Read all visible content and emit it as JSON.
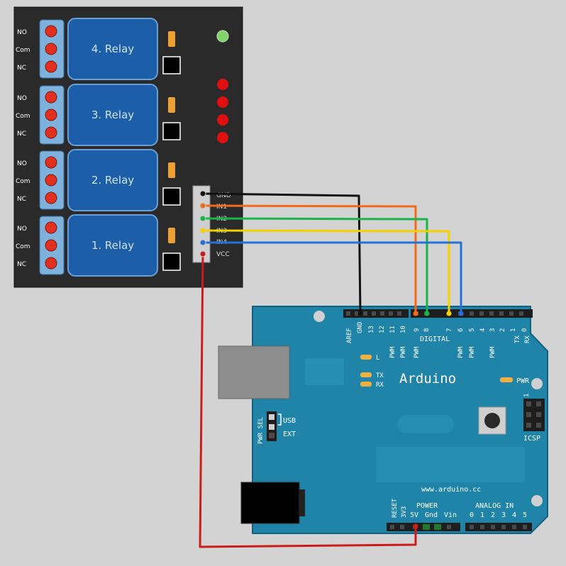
{
  "relay_board": {
    "relays": [
      {
        "label": "4. Relay",
        "terminals": [
          "NO",
          "Com",
          "NC"
        ]
      },
      {
        "label": "3. Relay",
        "terminals": [
          "NO",
          "Com",
          "NC"
        ]
      },
      {
        "label": "2. Relay",
        "terminals": [
          "NO",
          "Com",
          "NC"
        ]
      },
      {
        "label": "1. Relay",
        "terminals": [
          "NO",
          "Com",
          "NC"
        ]
      }
    ],
    "header_pins": [
      "GND",
      "IN1",
      "IN2",
      "IN3",
      "IN4",
      "VCC"
    ]
  },
  "arduino": {
    "brand": "Arduino",
    "website": "www.arduino.cc",
    "top_pins": [
      "AREF",
      "GND",
      "13",
      "12",
      "11",
      "10",
      "9",
      "8",
      "7",
      "6",
      "5",
      "4",
      "3",
      "2",
      "1",
      "0"
    ],
    "digital_label": "DIGITAL",
    "pwm_label": "PWM",
    "tx_pin": "TX",
    "rx_pin": "RX",
    "led_l": "L",
    "led_tx": "TX",
    "led_rx": "RX",
    "led_pwr": "PWR",
    "pwr_sel": "PWR SEL",
    "usb": "USB",
    "ext": "EXT",
    "icsp": "ICSP",
    "icsp_pin1": "1",
    "reset": "RESET",
    "power": "POWER",
    "power_pins": [
      "3V3",
      "5V",
      "Gnd",
      "Vin"
    ],
    "analog": "ANALOG IN",
    "analog_pins": [
      "0",
      "1",
      "2",
      "3",
      "4",
      "5"
    ]
  },
  "wires": [
    {
      "from": "GND",
      "to": "GND",
      "color": "#111111"
    },
    {
      "from": "IN1",
      "to": "9",
      "color": "#f06a1e"
    },
    {
      "from": "IN2",
      "to": "8",
      "color": "#1bb34a"
    },
    {
      "from": "IN3",
      "to": "7",
      "color": "#f3d200"
    },
    {
      "from": "IN4",
      "to": "6",
      "color": "#2a6fd6"
    },
    {
      "from": "VCC",
      "to": "5V",
      "color": "#cc1b1b"
    }
  ],
  "colors": {
    "board": "#2a2a2a",
    "relay": "#1c5fa8",
    "arduino": "#1f84a8",
    "led_green": "#7fd36a",
    "led_red": "#e01010"
  }
}
